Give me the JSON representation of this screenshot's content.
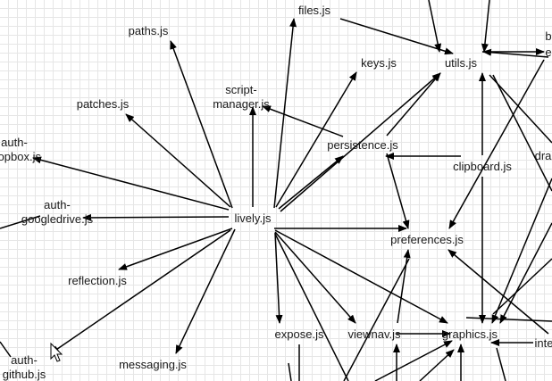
{
  "nodes": [
    {
      "id": "files",
      "lines": [
        "files.js"
      ]
    },
    {
      "id": "paths",
      "lines": [
        "paths.js"
      ]
    },
    {
      "id": "keys",
      "lines": [
        "keys.js"
      ]
    },
    {
      "id": "utils",
      "lines": [
        "utils.js"
      ]
    },
    {
      "id": "b_top",
      "lines": [
        "b"
      ]
    },
    {
      "id": "e_top",
      "lines": [
        "e"
      ]
    },
    {
      "id": "patches",
      "lines": [
        "patches.js"
      ]
    },
    {
      "id": "scriptmanager",
      "lines": [
        "script-",
        "manager.js"
      ]
    },
    {
      "id": "persistence",
      "lines": [
        "persistence.js"
      ]
    },
    {
      "id": "authdropbox",
      "lines": [
        "auth-",
        "dropbox.js"
      ]
    },
    {
      "id": "clipboard",
      "lines": [
        "clipboard.js"
      ]
    },
    {
      "id": "dra",
      "lines": [
        "dra"
      ]
    },
    {
      "id": "authgoogle",
      "lines": [
        "auth-",
        "googledrive.js"
      ]
    },
    {
      "id": "lively",
      "lines": [
        "lively.js"
      ]
    },
    {
      "id": "preferences",
      "lines": [
        "preferences.js"
      ]
    },
    {
      "id": "reflection",
      "lines": [
        "reflection.js"
      ]
    },
    {
      "id": "expose",
      "lines": [
        "expose.js"
      ]
    },
    {
      "id": "viewnav",
      "lines": [
        "viewnav.js"
      ]
    },
    {
      "id": "graphics",
      "lines": [
        "graphics.js"
      ]
    },
    {
      "id": "inte",
      "lines": [
        "inte"
      ]
    },
    {
      "id": "authgithub",
      "lines": [
        "auth-",
        "github.js"
      ]
    },
    {
      "id": "messaging",
      "lines": [
        "messaging.js"
      ]
    }
  ],
  "edges": [
    {
      "from": "lively",
      "to": "paths"
    },
    {
      "from": "lively",
      "to": "files"
    },
    {
      "from": "lively",
      "to": "patches"
    },
    {
      "from": "lively",
      "to": "scriptmanager"
    },
    {
      "from": "lively",
      "to": "keys"
    },
    {
      "from": "lively",
      "to": "persistence"
    },
    {
      "from": "lively",
      "to": "utils"
    },
    {
      "from": "lively",
      "to": "authdropbox"
    },
    {
      "from": "lively",
      "to": "authgoogle"
    },
    {
      "from": "lively",
      "to": "reflection"
    },
    {
      "from": "lively",
      "to": "messaging"
    },
    {
      "from": "lively",
      "to": "authgithub"
    },
    {
      "from": "lively",
      "to": "preferences"
    },
    {
      "from": "lively",
      "to": "expose"
    },
    {
      "from": "lively",
      "to": "viewnav"
    },
    {
      "from": "lively",
      "to": "graphics"
    },
    {
      "from": "files",
      "to": "utils"
    },
    {
      "from": "persistence",
      "to": "scriptmanager"
    },
    {
      "from": "persistence",
      "to": "utils"
    },
    {
      "from": "persistence",
      "to": "preferences"
    },
    {
      "from": "clipboard",
      "to": "persistence"
    },
    {
      "from": "clipboard",
      "to": "utils"
    },
    {
      "from": "clipboard",
      "to": "graphics"
    },
    {
      "from": "utils",
      "to": "e_top"
    },
    {
      "from": "e_top",
      "to": "preferences"
    },
    {
      "from": "viewnav",
      "to": "preferences"
    },
    {
      "from": "viewnav",
      "to": "graphics"
    },
    {
      "from": "inte",
      "to": "preferences"
    },
    {
      "from": "inte",
      "to": "graphics"
    }
  ]
}
